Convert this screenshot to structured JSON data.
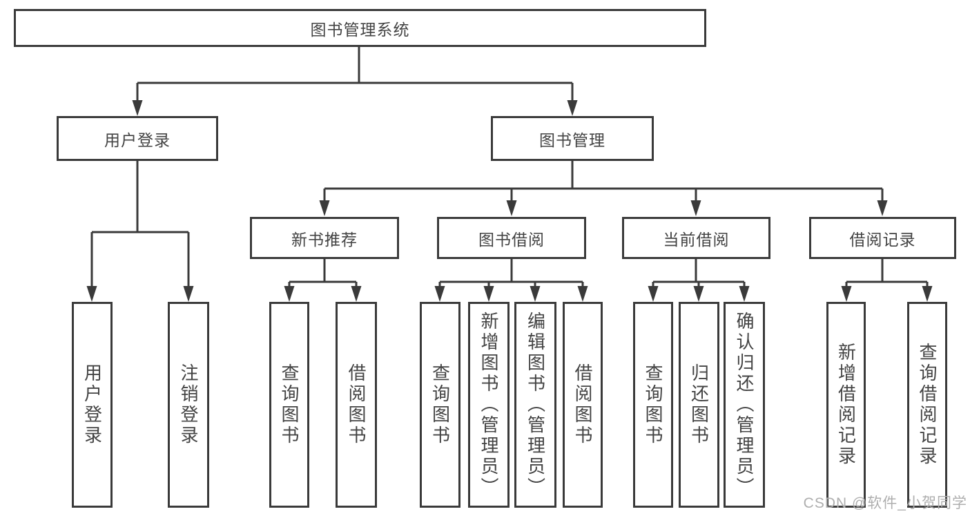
{
  "diagram": {
    "root": {
      "label": "图书管理系统"
    },
    "level2": {
      "user_login": {
        "label": "用户登录"
      },
      "book_mgmt": {
        "label": "图书管理"
      }
    },
    "level3": {
      "new_book_rec": {
        "label": "新书推荐"
      },
      "book_borrow": {
        "label": "图书借阅"
      },
      "current_borrow": {
        "label": "当前借阅"
      },
      "borrow_records": {
        "label": "借阅记录"
      }
    },
    "leaves": {
      "user_login": {
        "label": "用户登录"
      },
      "logout": {
        "label": "注销登录"
      },
      "rec_query_books": {
        "label": "查询图书"
      },
      "rec_borrow_books": {
        "label": "借阅图书"
      },
      "bb_query_books": {
        "label": "查询图书"
      },
      "bb_add_books": {
        "label": "新增图书（管理员）"
      },
      "bb_edit_books": {
        "label": "编辑图书（管理员）"
      },
      "bb_borrow_books": {
        "label": "借阅图书"
      },
      "cb_query_books": {
        "label": "查询图书"
      },
      "cb_return_books": {
        "label": "归还图书"
      },
      "cb_confirm_return": {
        "label": "确认归还（管理员）"
      },
      "br_add_record": {
        "label": "新增借阅记录"
      },
      "br_query_record": {
        "label": "查询借阅记录"
      }
    }
  },
  "watermark": {
    "text": "CSDN @软件_小贺同学"
  },
  "colors": {
    "line": "#3a3a3a",
    "text": "#434343",
    "background": "#ffffff",
    "watermark": "#aeaeae"
  }
}
